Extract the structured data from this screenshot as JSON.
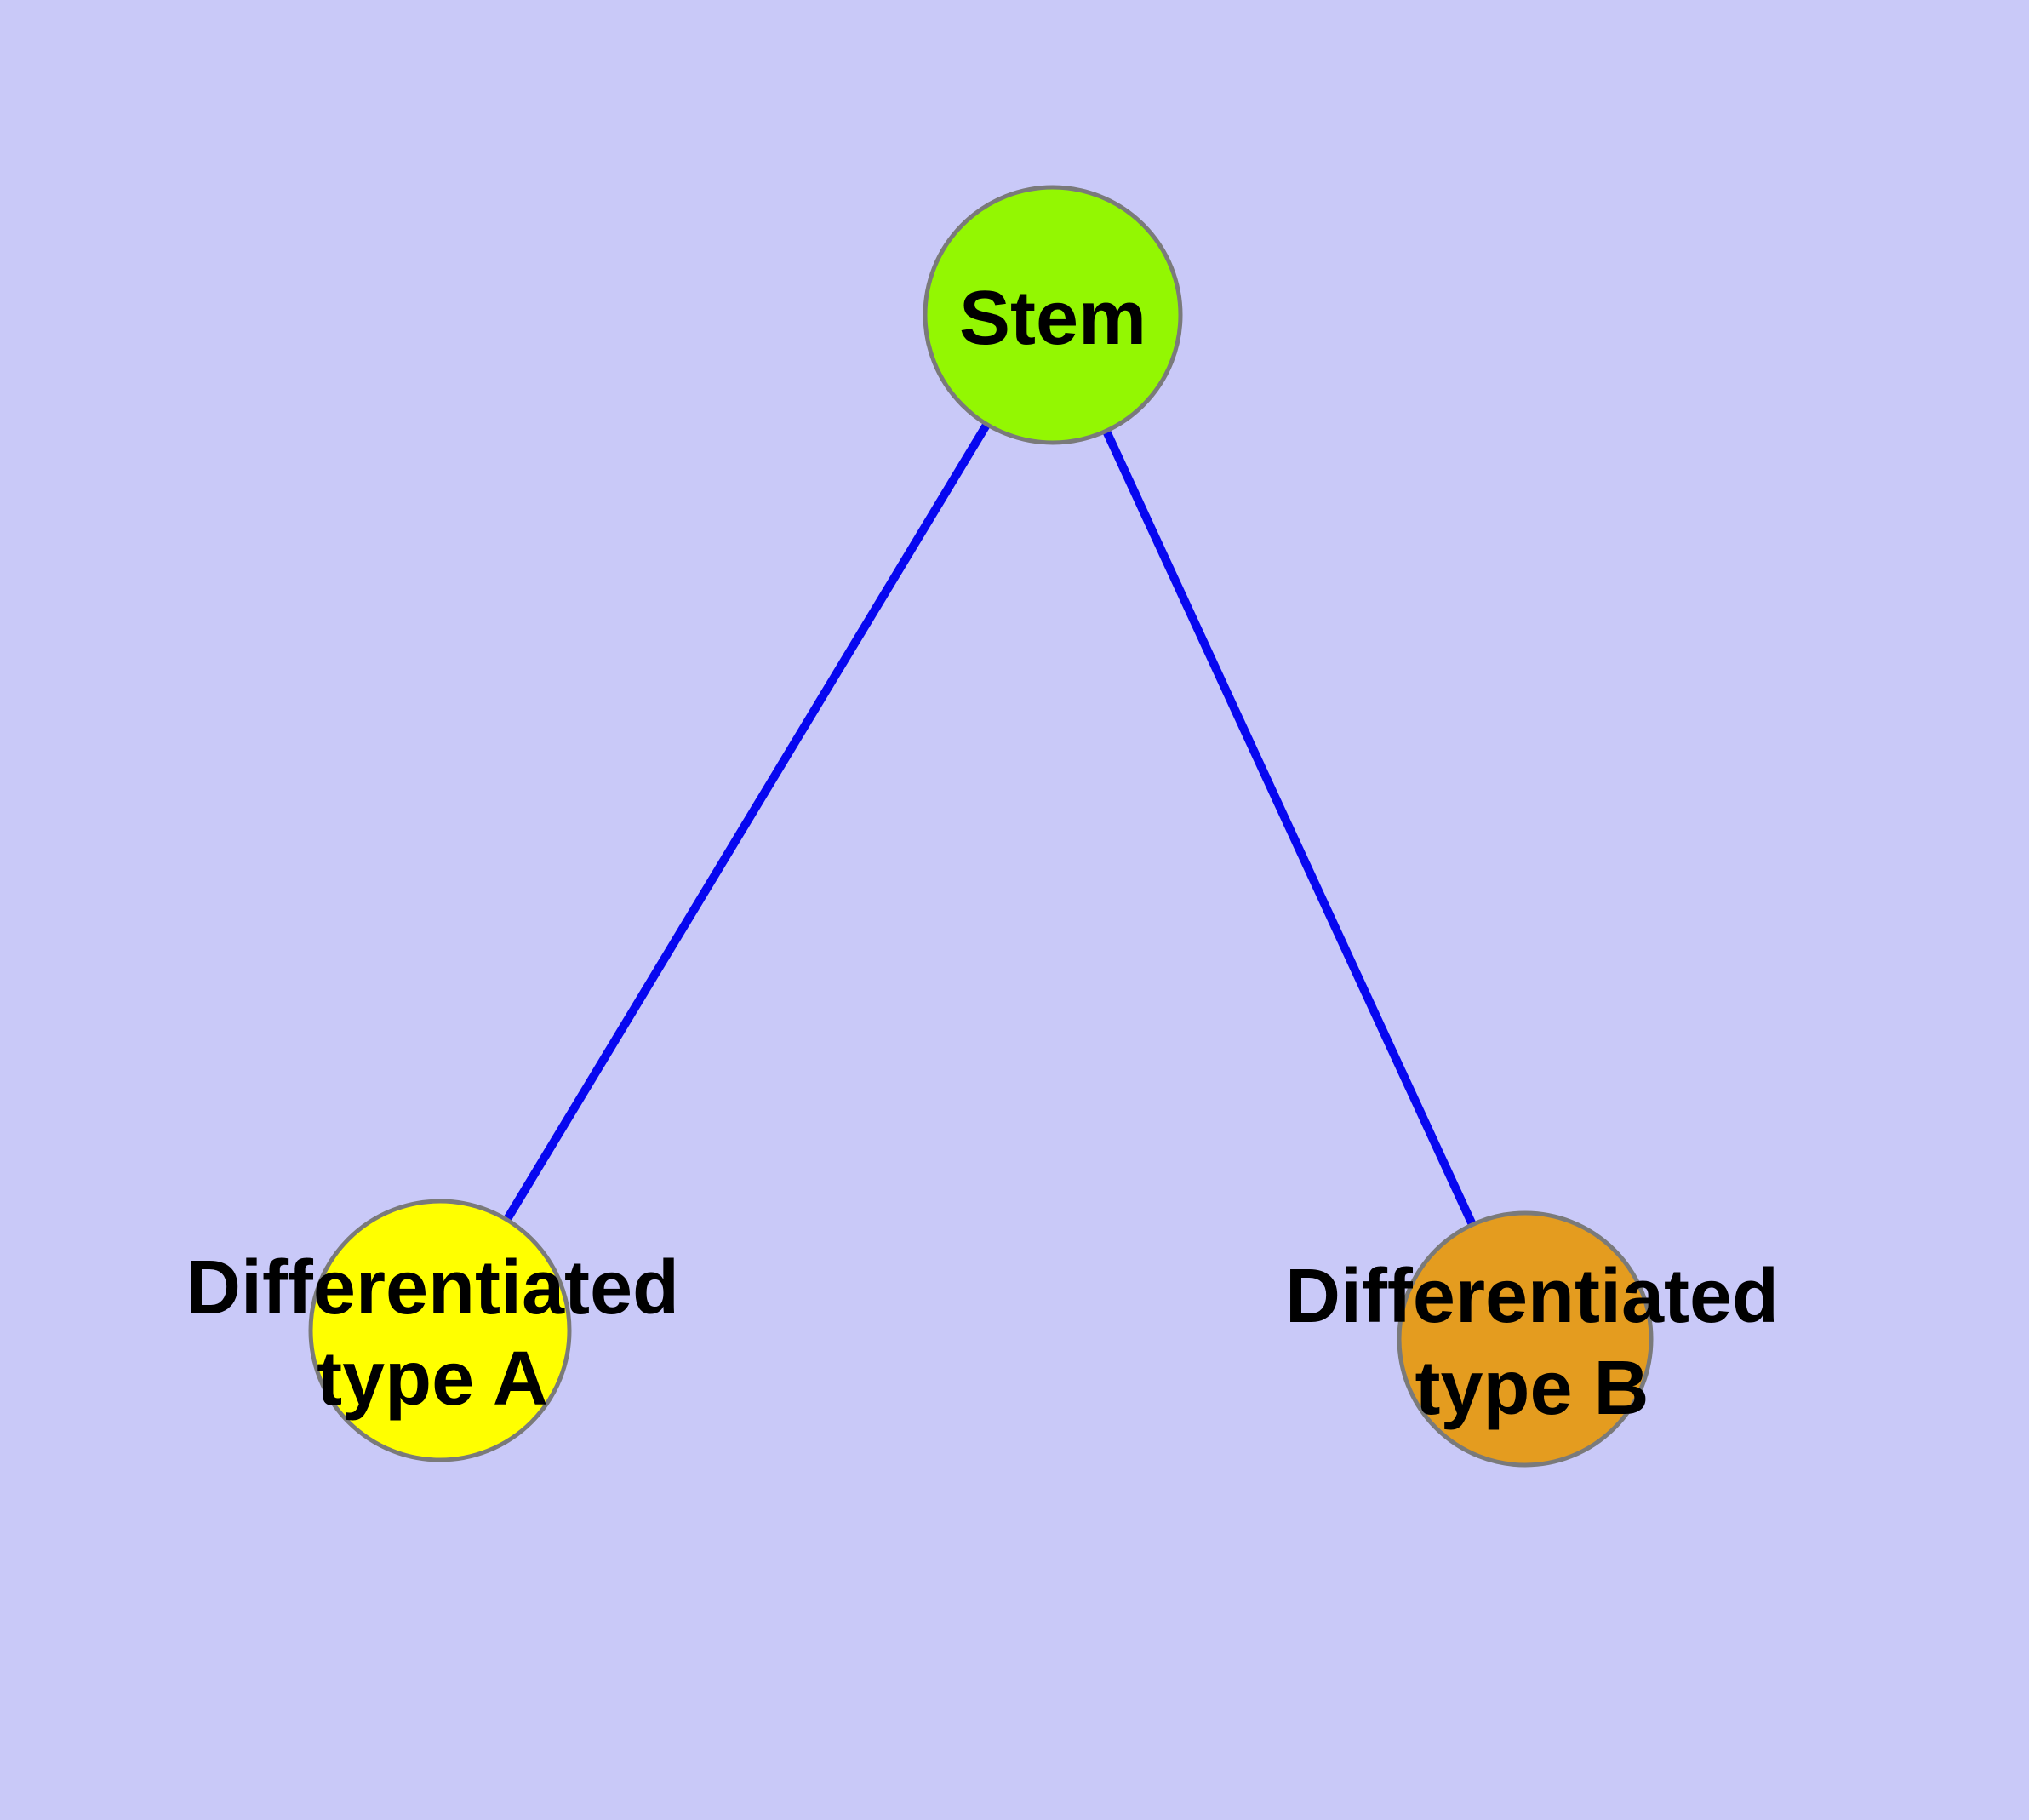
{
  "diagram": {
    "type": "graph",
    "description": "Undirected graph of cell differentiation: a Stem node connected by two edges to Differentiated type A and Differentiated type B nodes",
    "background_color": "#C9C9F8",
    "edge_color": "#0707F0",
    "node_border_color": "#7A7A7A",
    "label_color": "#000000",
    "nodes": [
      {
        "id": "stem",
        "label": "Stem",
        "fill": "#93F702"
      },
      {
        "id": "differentiated-type-a",
        "label": "Differentiated type A",
        "label_line1": "Differentiated",
        "label_line2": "type A",
        "fill": "#FFFF00"
      },
      {
        "id": "differentiated-type-b",
        "label": "Differentiated type B",
        "label_line1": "Differentiated",
        "label_line2": "type B",
        "fill": "#E49C1F"
      }
    ],
    "edges": [
      {
        "from": "Stem",
        "to": "Differentiated type A"
      },
      {
        "from": "Stem",
        "to": "Differentiated type B"
      }
    ]
  }
}
